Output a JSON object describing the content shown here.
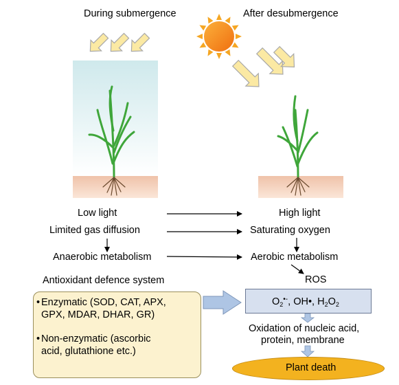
{
  "headers": {
    "during": "During submergence",
    "after": "After desubmergence"
  },
  "left_column": {
    "low_light": "Low light",
    "limited_gas": "Limited gas diffusion",
    "anaerobic": "Anaerobic metabolism",
    "defence_title": "Antioxidant defence system"
  },
  "right_column": {
    "high_light": "High light",
    "saturating_oxygen": "Saturating oxygen",
    "aerobic": "Aerobic metabolism",
    "ros": "ROS"
  },
  "defence_box": {
    "enzymatic_line1": "Enzymatic  (SOD, CAT, APX,",
    "enzymatic_line2": "GPX, MDAR, DHAR, GR)",
    "nonenzymatic_line1": "Non-enzymatic (ascorbic",
    "nonenzymatic_line2": "acid, glutathione etc.)"
  },
  "ros_box": {
    "o2": "O",
    "o2_sub": "2",
    "o2_sup": "•-",
    "oh": ", OH•, H",
    "h2": "2",
    "o": "O",
    "o2b": "2"
  },
  "oxidation": {
    "line1": "Oxidation of nucleic acid,",
    "line2": "protein, membrane"
  },
  "outcome": "Plant death",
  "colors": {
    "sun_ray_fill": "#fbe9a3",
    "sun_ray_stroke": "#a8a8a8",
    "sun_core": "#f79a1c",
    "water": "#d5eef0",
    "soil": "#f2cbb5",
    "leaf": "#3fa63a",
    "defence_box": "#fcf2cf",
    "ros_box": "#d7e0ef",
    "outcome_ellipse": "#f3b21f"
  }
}
